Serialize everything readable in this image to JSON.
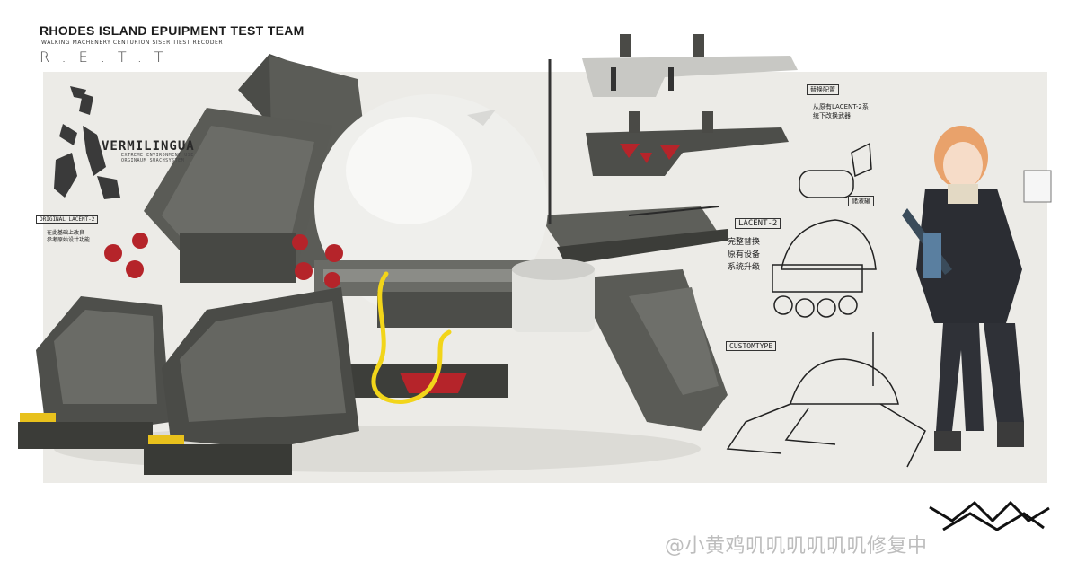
{
  "header": {
    "title": "RHODES ISLAND EPUIPMENT TEST TEAM",
    "subtitle": "WALKING MACHENERY CENTURION SISER TIEST RECODER",
    "acronym": "R.E.T.T"
  },
  "vermilingua": {
    "name": "VERMILINGUA",
    "sub_line1": "EXTREME ENVIRONMENT USE",
    "sub_line2": "ORGINAUM SUACHSYSTEM"
  },
  "left_note": {
    "tag": "ORIGINAL LACENT-2",
    "text_line1": "在此基础上改良",
    "text_line2": "参考原始设计功能"
  },
  "right_notes": {
    "top_tag": "替换配置",
    "top_text_line1": "从原有LACENT-2系",
    "top_text_line2": "统下改换武器",
    "mid_tag": "LACENT-2",
    "mid_text_line1": "完整替换",
    "mid_text_line2": "原有设备",
    "mid_text_line3": "系统升级",
    "small_tag": "储液罐",
    "bottom_tag": "CUSTOMTYPE"
  },
  "watermark": "@小黄鸡叽叽叽叽叽叽修复中",
  "colors": {
    "panel_bg": "#ecebe7",
    "robot_dark": "#4a4b47",
    "robot_mid": "#6d6e69",
    "dome": "#f1f1ef",
    "accent_red": "#b5242a",
    "accent_yellow": "#f2d51a"
  }
}
